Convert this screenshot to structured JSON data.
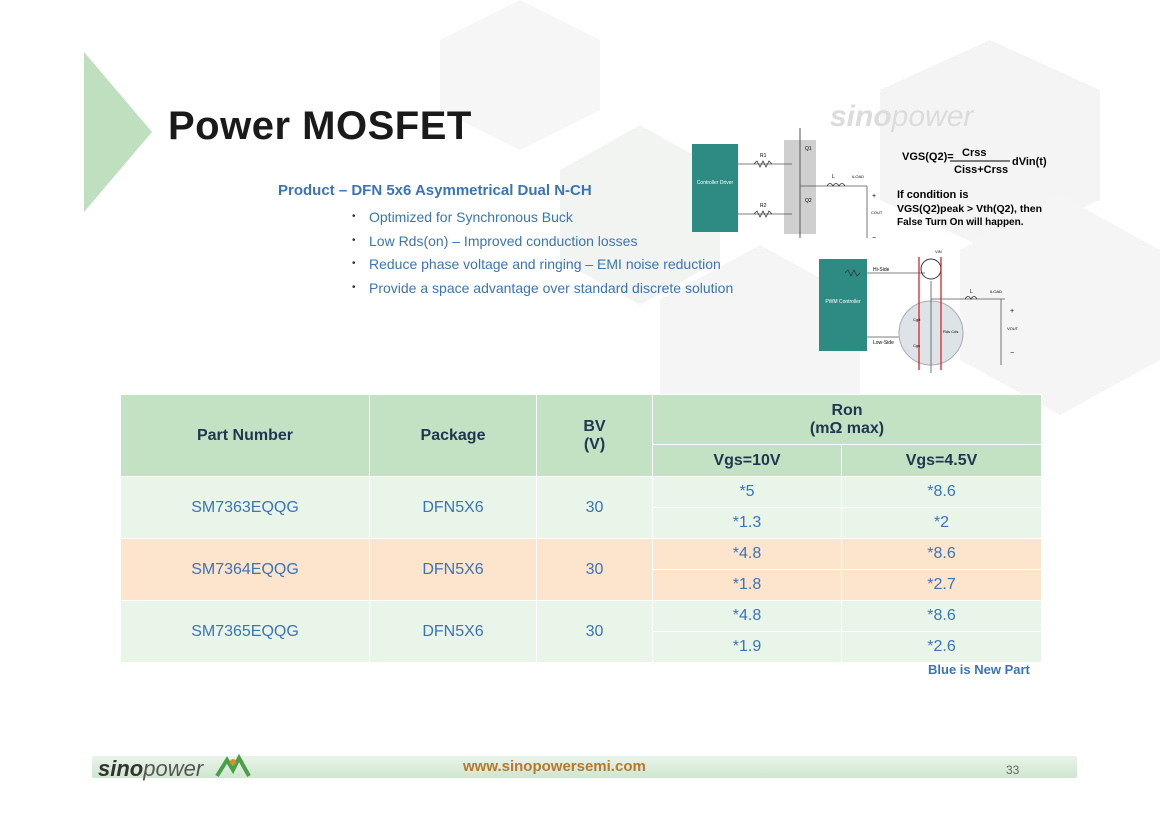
{
  "slide": {
    "title": "Power MOSFET",
    "product": "Product – DFN 5x6 Asymmetrical Dual N-CH",
    "bullets": [
      "Optimized for Synchronous Buck",
      "Low Rds(on) – Improved conduction losses",
      "Reduce phase voltage and ringing – EMI noise reduction",
      "Provide a space advantage over standard discrete solution"
    ],
    "note": "Blue is New Part",
    "page_number": "33"
  },
  "diagram_top": {
    "controller": "Controller Driver",
    "r1": "R1",
    "r2": "R2",
    "l": "L",
    "iload": "ILOAD",
    "cout": "COUT",
    "q1": "Q1",
    "q2": "Q2",
    "formula_lhs": "VGS(Q2)=",
    "formula_num": "Crss",
    "formula_den": "Ciss+Crss",
    "formula_rhs": "dVin(t)",
    "cond1": "If condition is",
    "cond2": "VGS(Q2)peak > Vth(Q2), then",
    "cond3": "False Turn On will happen."
  },
  "diagram_bottom": {
    "controller": "PWM Controller",
    "hiside": "Hi-Side",
    "loside": "Low-Side",
    "vin": "VIN",
    "l": "L",
    "iload": "ILOAD",
    "vout": "VOUT",
    "cgd": "Cgd",
    "cgs": "Cgs",
    "rds": "Rds Cds"
  },
  "table": {
    "headers": {
      "part_number": "Part Number",
      "package": "Package",
      "bv": "BV",
      "bv_unit": "(V)",
      "ron": "Ron",
      "ron_unit": "(mΩ max)",
      "vgs10": "Vgs=10V",
      "vgs45": "Vgs=4.5V"
    },
    "rows": [
      {
        "part": "SM7363EQQG",
        "package": "DFN5X6",
        "bv": "30",
        "ron": [
          [
            "*5",
            "*8.6"
          ],
          [
            "*1.3",
            "*2"
          ]
        ]
      },
      {
        "part": "SM7364EQQG",
        "package": "DFN5X6",
        "bv": "30",
        "ron": [
          [
            "*4.8",
            "*8.6"
          ],
          [
            "*1.8",
            "*2.7"
          ]
        ]
      },
      {
        "part": "SM7365EQQG",
        "package": "DFN5X6",
        "bv": "30",
        "ron": [
          [
            "*4.8",
            "*8.6"
          ],
          [
            "*1.9",
            "*2.6"
          ]
        ]
      }
    ]
  },
  "footer": {
    "logo_bold": "sino",
    "logo_rest": "power",
    "url": "www.sinopowersemi.com"
  },
  "watermark": {
    "logo_bold": "sino",
    "logo_rest": "power"
  },
  "colors": {
    "accent_green": "#bfe0bf",
    "header_green": "#c3e2c3",
    "row_green": "#eaf5ea",
    "row_orange": "#fde4cc",
    "text_blue": "#3a74b8",
    "url_orange": "#b8782d"
  }
}
